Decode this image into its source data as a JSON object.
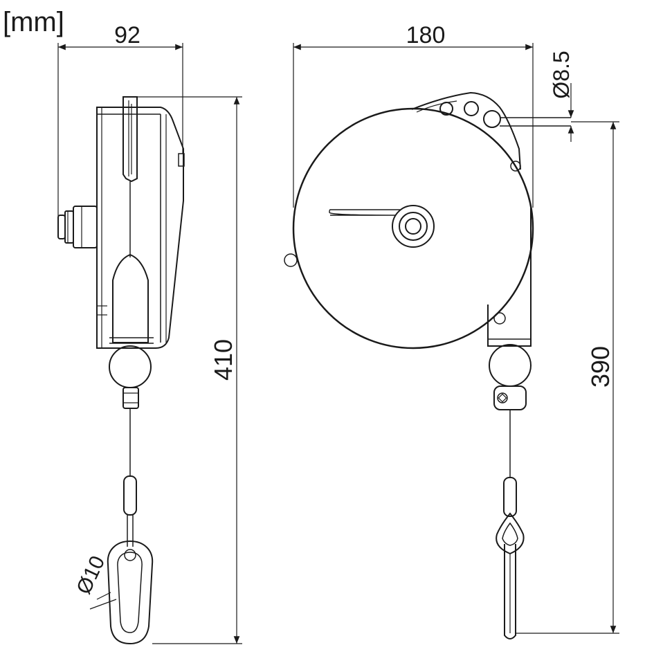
{
  "unit": "[mm]",
  "dimensions": {
    "side_width": "92",
    "front_width": "180",
    "cable_diameter": "Ø8.5",
    "side_height": "410",
    "front_height": "390",
    "hook_diameter": "Ø10"
  },
  "colors": {
    "line": "#1a1a1a",
    "background": "#ffffff"
  }
}
